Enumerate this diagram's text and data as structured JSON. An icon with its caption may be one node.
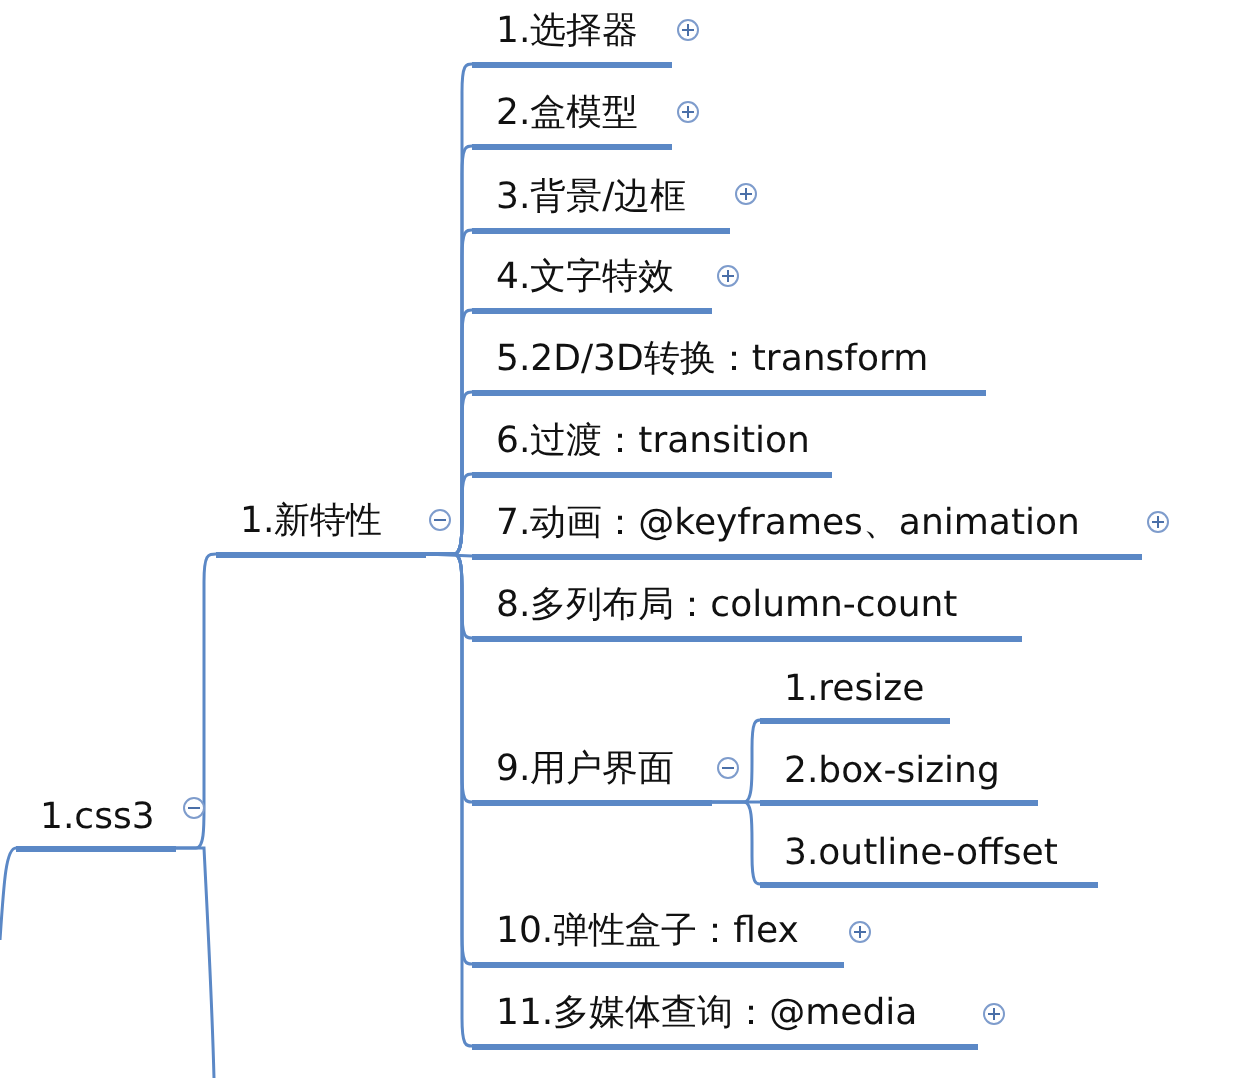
{
  "diagram": {
    "nodes": [
      {
        "text": [
          "1.css3"
        ]
      },
      {
        "text": [
          "1.新特性"
        ]
      },
      {
        "text": [
          "1.选择器"
        ]
      },
      {
        "text": [
          "2.盒模型"
        ]
      },
      {
        "text": [
          "3.背景/边框"
        ]
      },
      {
        "text": [
          "4.文字特效"
        ]
      },
      {
        "text": [
          "5.2D/3D转换：transform"
        ]
      },
      {
        "text": [
          "6.过渡：transition"
        ]
      },
      {
        "text": [
          "7.动画：@keyframes、animation"
        ]
      },
      {
        "text": [
          "8.多列布局：column-count"
        ]
      },
      {
        "text": [
          "9.用户界面"
        ]
      },
      {
        "text": [
          "10.弹性盒子：flex"
        ]
      },
      {
        "text": [
          "11.多媒体查询：@media"
        ]
      },
      {
        "text": [
          "1.resize"
        ]
      },
      {
        "text": [
          "2.box-sizing"
        ]
      },
      {
        "text": [
          "3.outline-offset"
        ]
      }
    ],
    "edges": [
      {
        "from": null,
        "to": 0,
        "arrow": "none"
      },
      {
        "from": 0,
        "to": 1,
        "arrow": "none"
      },
      {
        "from": 0,
        "to": null,
        "arrow": "none"
      },
      {
        "from": 1,
        "to": 2,
        "arrow": "none"
      },
      {
        "from": 1,
        "to": 3,
        "arrow": "none"
      },
      {
        "from": 1,
        "to": 4,
        "arrow": "none"
      },
      {
        "from": 1,
        "to": 5,
        "arrow": "none"
      },
      {
        "from": 1,
        "to": 6,
        "arrow": "none"
      },
      {
        "from": 1,
        "to": 7,
        "arrow": "none"
      },
      {
        "from": 1,
        "to": 8,
        "arrow": "none"
      },
      {
        "from": 1,
        "to": 9,
        "arrow": "none"
      },
      {
        "from": 1,
        "to": 10,
        "arrow": "none"
      },
      {
        "from": 1,
        "to": 11,
        "arrow": "none"
      },
      {
        "from": 1,
        "to": 12,
        "arrow": "none"
      },
      {
        "from": 10,
        "to": 13,
        "arrow": "none"
      },
      {
        "from": 10,
        "to": 14,
        "arrow": "none"
      },
      {
        "from": 10,
        "to": 15,
        "arrow": "none"
      }
    ]
  }
}
